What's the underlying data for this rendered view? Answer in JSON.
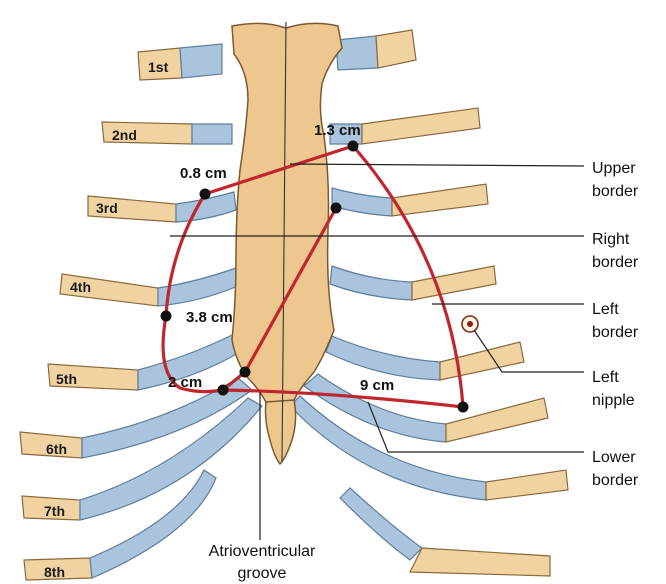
{
  "ribs": [
    "1st",
    "2nd",
    "3rd",
    "4th",
    "5th",
    "6th",
    "7th",
    "8th"
  ],
  "measurements": {
    "upper_right": "0.8 cm",
    "upper_left": "1.3 cm",
    "right_border": "3.8 cm",
    "lower_right": "2 cm",
    "lower_left": "9 cm"
  },
  "labels": {
    "upper_border": [
      "Upper",
      "border"
    ],
    "right_border": [
      "Right",
      "border"
    ],
    "left_border": [
      "Left",
      "border"
    ],
    "left_nipple": [
      "Left",
      "nipple"
    ],
    "lower_border": [
      "Lower",
      "border"
    ],
    "av_groove": [
      "Atrioventricular",
      "groove"
    ]
  },
  "colors": {
    "heart_outline": "#c0262c",
    "rib": "#f0d3a0",
    "cartilage": "#a9c4dc",
    "sternum": "#eec78f"
  }
}
